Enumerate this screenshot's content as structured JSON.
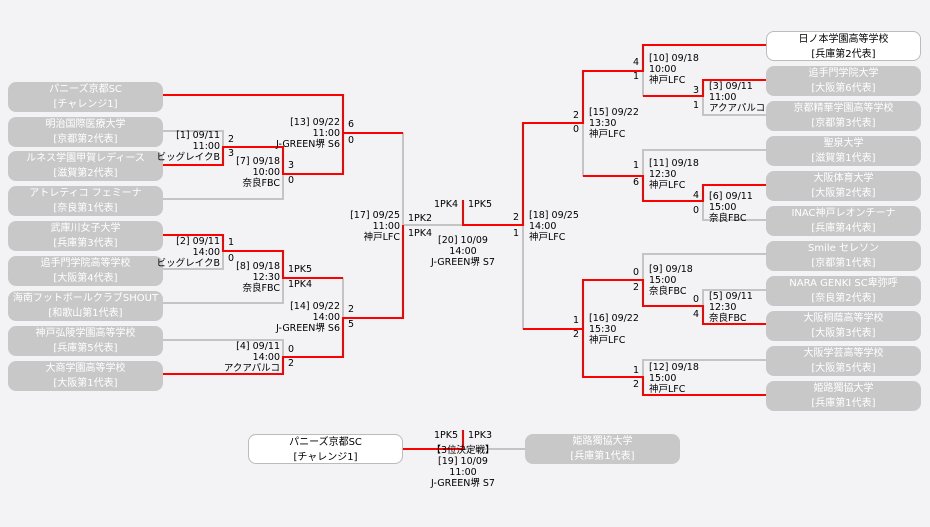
{
  "left_teams": [
    {
      "name": "パニーズ京都SC",
      "rep": "[チャレンジ1]"
    },
    {
      "name": "明治国際医療大学",
      "rep": "[京都第2代表]"
    },
    {
      "name": "ルネス学園甲賀レディース",
      "rep": "[滋賀第2代表]"
    },
    {
      "name": "アトレティコ フェミーナ",
      "rep": "[奈良第1代表]"
    },
    {
      "name": "武庫川女子大学",
      "rep": "[兵庫第3代表]"
    },
    {
      "name": "追手門学院高等学校",
      "rep": "[大阪第4代表]"
    },
    {
      "name": "海南フットボールクラブSHOUT",
      "rep": "[和歌山第1代表]"
    },
    {
      "name": "神戸弘陵学園高等学校",
      "rep": "[兵庫第5代表]"
    },
    {
      "name": "大商学園高等学校",
      "rep": "[大阪第1代表]"
    }
  ],
  "right_teams": [
    {
      "name": "日ノ本学園高等学校",
      "rep": "[兵庫第2代表]"
    },
    {
      "name": "追手門学院大学",
      "rep": "[大阪第6代表]"
    },
    {
      "name": "京都精華学園高等学校",
      "rep": "[京都第3代表]"
    },
    {
      "name": "聖泉大学",
      "rep": "[滋賀第1代表]"
    },
    {
      "name": "大阪体育大学",
      "rep": "[大阪第2代表]"
    },
    {
      "name": "INAC神戸レオンチーナ",
      "rep": "[兵庫第4代表]"
    },
    {
      "name": "Smile セレソン",
      "rep": "[京都第1代表]"
    },
    {
      "name": "NARA GENKI SC卑弥呼",
      "rep": "[奈良第2代表]"
    },
    {
      "name": "大阪桐蔭高等学校",
      "rep": "[大阪第3代表]"
    },
    {
      "name": "大阪学芸高等学校",
      "rep": "[大阪第5代表]"
    },
    {
      "name": "姫路獨協大学",
      "rep": "[兵庫第1代表]"
    }
  ],
  "third_place": {
    "left": {
      "name": "パニーズ京都SC",
      "rep": "[チャレンジ1]"
    },
    "right": {
      "name": "姫路獨協大学",
      "rep": "[兵庫第1代表]"
    },
    "title": "【3位決定戦】",
    "head": "[19] 10/09",
    "time": "11:00",
    "venue": "J-GREEN堺 S7",
    "s": [
      "1PK5",
      "1PK3"
    ]
  },
  "matches": {
    "m1": {
      "head": "[1] 09/11",
      "time": "11:00",
      "venue": "ビッグレイクB",
      "s": [
        "2",
        "3"
      ]
    },
    "m2": {
      "head": "[2] 09/11",
      "time": "14:00",
      "venue": "ビッグレイクB",
      "s": [
        "1",
        "0"
      ]
    },
    "m3": {
      "head": "[3] 09/11",
      "time": "11:00",
      "venue": "アクアパルコ",
      "s": [
        "3",
        "1"
      ]
    },
    "m4": {
      "head": "[4] 09/11",
      "time": "14:00",
      "venue": "アクアパルコ",
      "s": [
        "0",
        "2"
      ]
    },
    "m5": {
      "head": "[5] 09/11",
      "time": "12:30",
      "venue": "奈良FBC",
      "s": [
        "0",
        "4"
      ]
    },
    "m6": {
      "head": "[6] 09/11",
      "time": "15:00",
      "venue": "奈良FBC",
      "s": [
        "4",
        "0"
      ]
    },
    "m7": {
      "head": "[7] 09/18",
      "time": "10:00",
      "venue": "奈良FBC",
      "s": [
        "3",
        "0"
      ]
    },
    "m8": {
      "head": "[8] 09/18",
      "time": "12:30",
      "venue": "奈良FBC",
      "s": [
        "1PK5",
        "1PK4"
      ]
    },
    "m9": {
      "head": "[9] 09/18",
      "time": "15:00",
      "venue": "奈良FBC",
      "s": [
        "0",
        "2"
      ]
    },
    "m10": {
      "head": "[10] 09/18",
      "time": "10:00",
      "venue": "神戸LFC",
      "s": [
        "4",
        "1"
      ]
    },
    "m11": {
      "head": "[11] 09/18",
      "time": "12:30",
      "venue": "神戸LFC",
      "s": [
        "1",
        "6"
      ]
    },
    "m12": {
      "head": "[12] 09/18",
      "time": "15:00",
      "venue": "神戸LFC",
      "s": [
        "1",
        "2"
      ]
    },
    "m13": {
      "head": "[13] 09/22",
      "time": "11:00",
      "venue": "J-GREEN堺 S6",
      "s": [
        "6",
        "0"
      ]
    },
    "m14": {
      "head": "[14] 09/22",
      "time": "14:00",
      "venue": "J-GREEN堺 S6",
      "s": [
        "2",
        "5"
      ]
    },
    "m15": {
      "head": "[15] 09/22",
      "time": "13:30",
      "venue": "神戸LFC",
      "s": [
        "2",
        "0"
      ]
    },
    "m16": {
      "head": "[16] 09/22",
      "time": "15:30",
      "venue": "神戸LFC",
      "s": [
        "1",
        "2"
      ]
    },
    "m17": {
      "head": "[17] 09/25",
      "time": "11:00",
      "venue": "神戸LFC",
      "s": [
        "1PK2",
        "1PK4"
      ]
    },
    "m18": {
      "head": "[18] 09/25",
      "time": "14:00",
      "venue": "神戸LFC",
      "s": [
        "2",
        "1"
      ]
    },
    "m20": {
      "head": "[20] 10/09",
      "time": "14:00",
      "venue": "J-GREEN堺 S7",
      "s": [
        "1PK4",
        "1PK5"
      ]
    }
  },
  "colors": {
    "win_line": "#ff0000",
    "line": "#c0c0c0",
    "team_bg": "#c8c8c8"
  }
}
